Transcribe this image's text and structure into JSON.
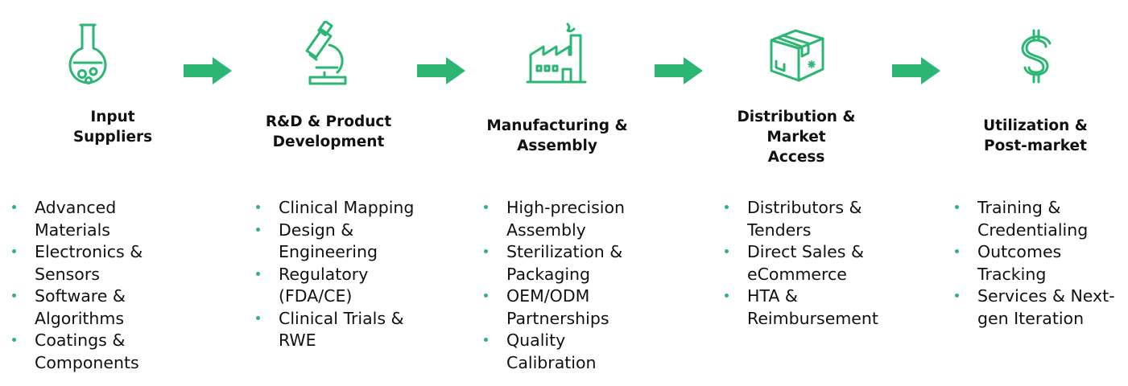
{
  "colors": {
    "accent": "#2bb673",
    "text": "#111111"
  },
  "stages": [
    {
      "icon": "flask-icon",
      "title": "Input\nSuppliers",
      "items": [
        "Advanced\nMaterials",
        "Electronics &\nSensors",
        "Software &\nAlgorithms",
        "Coatings &\nComponents"
      ]
    },
    {
      "icon": "microscope-icon",
      "title": "R&D & Product\nDevelopment",
      "items": [
        "Clinical Mapping",
        "Design &\nEngineering",
        "Regulatory\n(FDA/CE)",
        "Clinical Trials &\nRWE"
      ]
    },
    {
      "icon": "factory-icon",
      "title": "Manufacturing &\nAssembly",
      "items": [
        "High-precision\nAssembly",
        "Sterilization &\nPackaging",
        "OEM/ODM\nPartnerships",
        "Quality\nCalibration"
      ]
    },
    {
      "icon": "package-box-icon",
      "title": "Distribution &\nMarket\nAccess",
      "items": [
        "Distributors &\nTenders",
        "Direct Sales &\neCommerce",
        "HTA &\nReimbursement"
      ]
    },
    {
      "icon": "dollar-sign-icon",
      "title": "Utilization &\nPost-market",
      "items": [
        "Training &\nCredentialing",
        "Outcomes\nTracking",
        "Services & Next-\ngen Iteration"
      ]
    }
  ]
}
